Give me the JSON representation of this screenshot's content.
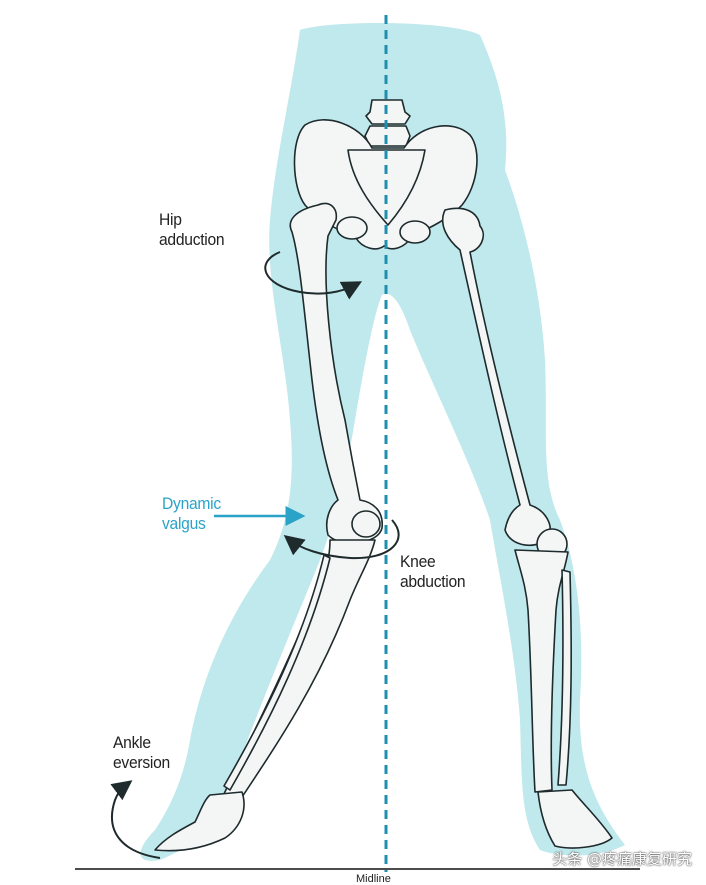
{
  "labels": {
    "hip": [
      "Hip",
      "adduction"
    ],
    "valgus": [
      "Dynamic",
      "valgus"
    ],
    "knee": [
      "Knee",
      "abduction"
    ],
    "ankle": [
      "Ankle",
      "eversion"
    ]
  },
  "bottom_text": "Midline",
  "watermark": "头条 @疼痛康复研究",
  "colors": {
    "body_silhouette": "#bfe9ec",
    "bone_fill": "#f4f6f6",
    "bone_stroke": "#1e2a2c",
    "midline": "#1f8fb0",
    "valgus_arrow": "#2aa3c9",
    "rotation_arrow": "#1e2a2c",
    "ground": "#111111"
  }
}
